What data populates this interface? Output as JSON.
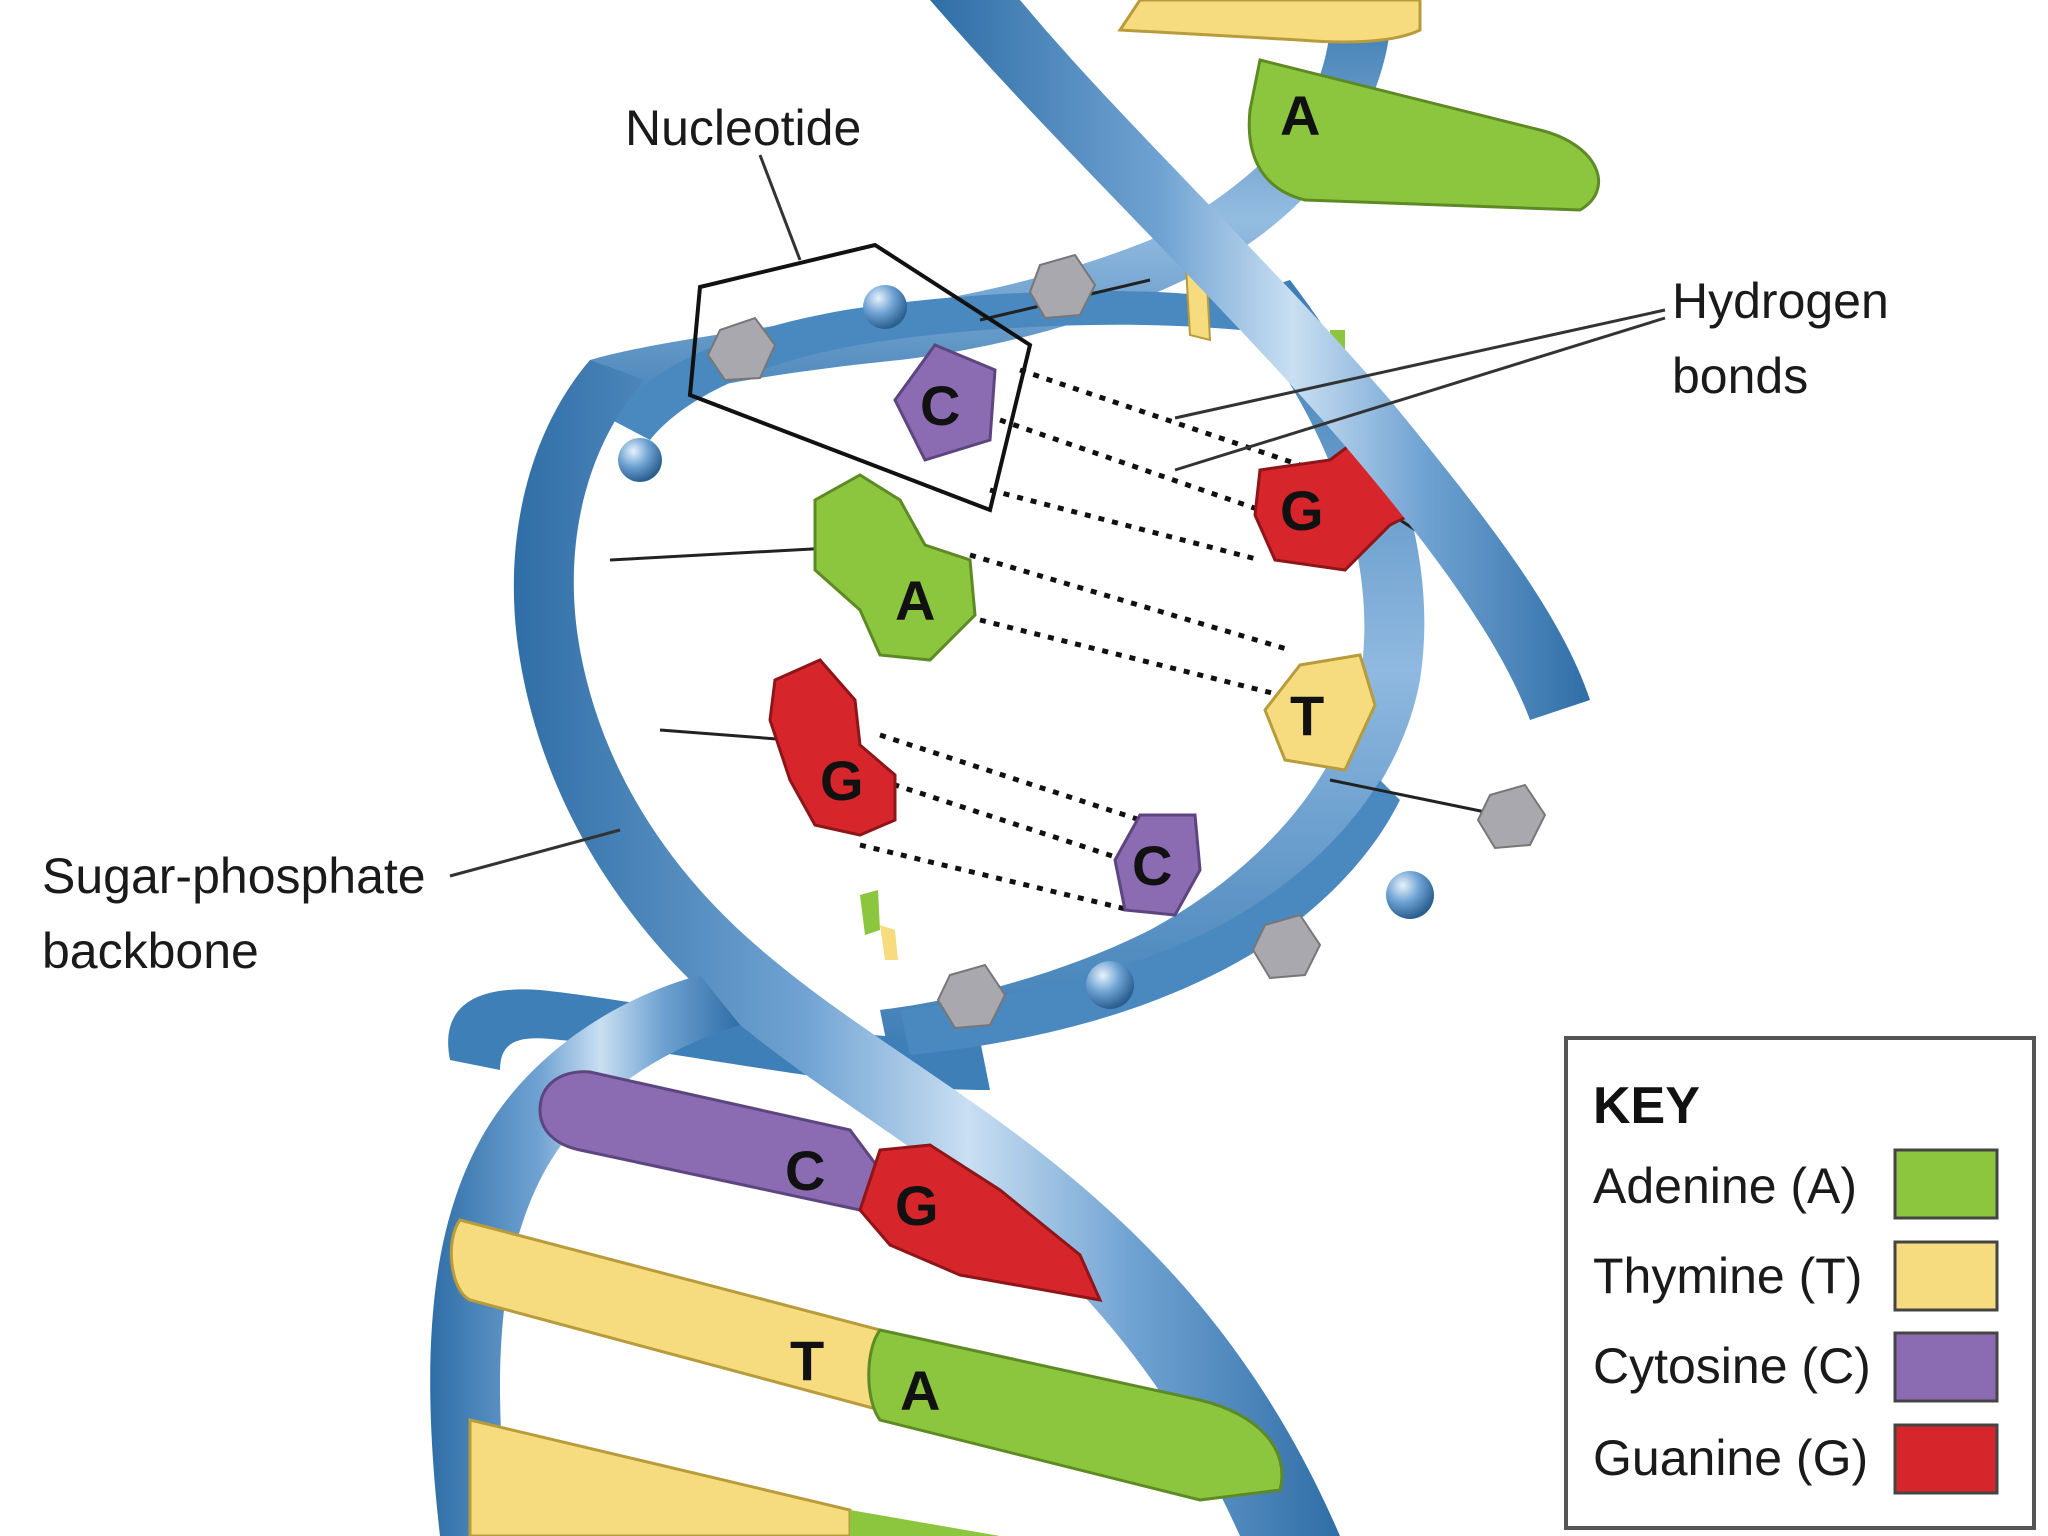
{
  "labels": {
    "nucleotide": "Nucleotide",
    "hydrogen_line1": "Hydrogen",
    "hydrogen_line2": "bonds",
    "backbone_line1": "Sugar-phosphate",
    "backbone_line2": "backbone"
  },
  "bases": {
    "top_A": "A",
    "c1": "C",
    "g1": "G",
    "a2": "A",
    "t2": "T",
    "g3": "G",
    "c3": "C",
    "low_C": "C",
    "low_G": "G",
    "low_T": "T",
    "low_A": "A"
  },
  "key": {
    "title": "KEY",
    "items": [
      {
        "label": "Adenine (A)",
        "color": "#8cc63f"
      },
      {
        "label": "Thymine (T)",
        "color": "#f6dc7f"
      },
      {
        "label": "Cytosine (C)",
        "color": "#8b6bb1"
      },
      {
        "label": "Guanine (G)",
        "color": "#d7262b"
      }
    ]
  },
  "colors": {
    "backbone": "#5b93c7",
    "backbone_light": "#a9cbe8",
    "backbone_dark": "#2f6ea6",
    "phosphate": "#6fa3d4",
    "sugar": "#a8a8ae",
    "adenine": "#8cc63f",
    "thymine": "#f6dc7f",
    "cytosine": "#8b6bb1",
    "guanine": "#d7262b"
  }
}
